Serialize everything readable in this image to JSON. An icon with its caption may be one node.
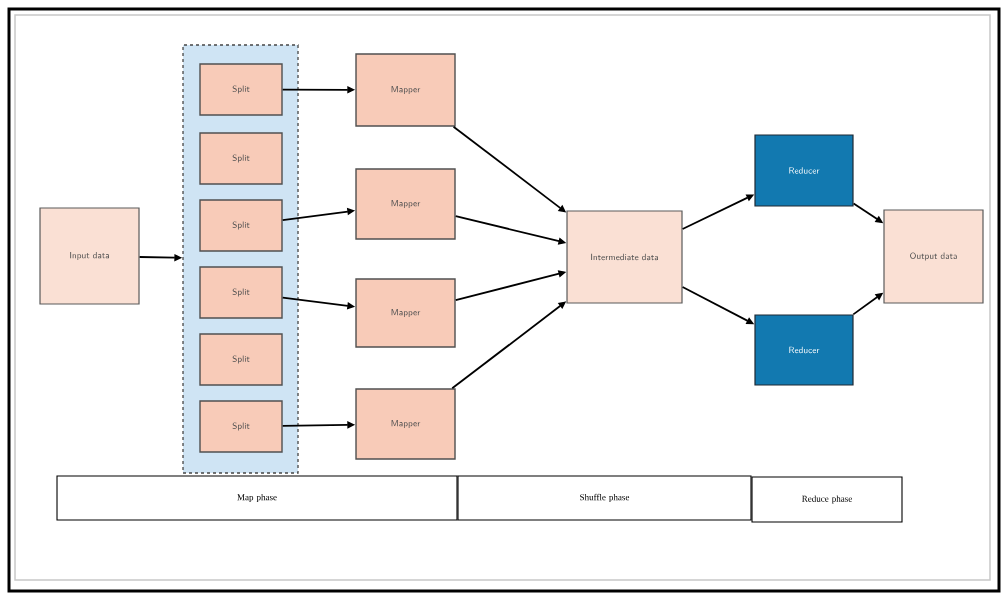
{
  "diagram": {
    "nodes": [
      {
        "text": [
          "Input data"
        ]
      },
      {
        "text": [],
        "shape": "box"
      },
      {
        "text": [
          "Split"
        ],
        "in": 1
      },
      {
        "text": [
          "Split"
        ],
        "in": 1
      },
      {
        "text": [
          "Split"
        ],
        "in": 1
      },
      {
        "text": [
          "Split"
        ],
        "in": 1
      },
      {
        "text": [
          "Split"
        ],
        "in": 1
      },
      {
        "text": [
          "Split"
        ],
        "in": 1
      },
      {
        "text": [
          "Mapper"
        ]
      },
      {
        "text": [
          "Mapper"
        ]
      },
      {
        "text": [
          "Mapper"
        ]
      },
      {
        "text": [
          "Mapper"
        ]
      },
      {
        "text": [
          "Intermediate data"
        ]
      },
      {
        "text": [
          "Reducer"
        ]
      },
      {
        "text": [
          "Reducer"
        ]
      },
      {
        "text": [
          "Output data"
        ]
      },
      {
        "text": [
          "Map phase"
        ]
      },
      {
        "text": [
          "Shuffle phase"
        ]
      },
      {
        "text": [
          "Reduce phase"
        ]
      }
    ],
    "edges": [
      {
        "from": 0,
        "to": 1,
        "arrow": "to"
      },
      {
        "from": 2,
        "to": 8,
        "arrow": "to"
      },
      {
        "from": 4,
        "to": 9,
        "arrow": "to"
      },
      {
        "from": 5,
        "to": 10,
        "arrow": "to"
      },
      {
        "from": 7,
        "to": 11,
        "arrow": "to"
      },
      {
        "from": 8,
        "to": 12,
        "arrow": "to"
      },
      {
        "from": 9,
        "to": 12,
        "arrow": "to"
      },
      {
        "from": 10,
        "to": 12,
        "arrow": "to"
      },
      {
        "from": 11,
        "to": 12,
        "arrow": "to"
      },
      {
        "from": 12,
        "to": 13,
        "arrow": "to"
      },
      {
        "from": 12,
        "to": 14,
        "arrow": "to"
      },
      {
        "from": 13,
        "to": 15,
        "arrow": "to"
      },
      {
        "from": 14,
        "to": 15,
        "arrow": "to"
      }
    ]
  }
}
